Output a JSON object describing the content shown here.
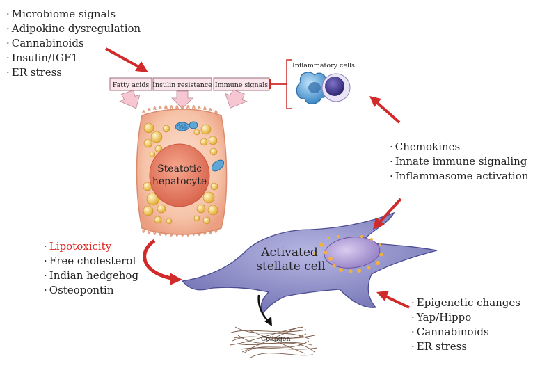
{
  "colors": {
    "arrow_red": "#d12a2a",
    "highlight_text": "#e0231f",
    "hepatocyte_fill": "#f2b49a",
    "nucleus_fill": "#e8826c",
    "stellate_fill": "#8f8fc6",
    "stellate_nucleus": "#b9a7d8",
    "lipid_yellow": "#f0c85a",
    "macrophage_blue": "#5aa6dc",
    "lymphocyte_purple": "#4a3f9c",
    "pink_arrow": "#f6c6d3"
  },
  "left_top_list": [
    "Microbiome signals",
    "Adipokine dysregulation",
    "Cannabinoids",
    "Insulin/IGF1",
    "ER stress"
  ],
  "input_boxes": [
    "Fatty acids",
    "Insulin resistance",
    "Immune signals"
  ],
  "inflammatory_label": "Inflammatory cells",
  "hepatocyte_label": [
    "Steatotic",
    "hepatocyte"
  ],
  "chemokine_list": [
    "Chemokines",
    "Innate immune signaling",
    "Inflammasome activation"
  ],
  "lipotoxicity_list": {
    "highlighted": "Lipotoxicity",
    "items": [
      "Free cholesterol",
      "Indian hedgehog",
      "Osteopontin"
    ]
  },
  "stellate_label": [
    "Activated",
    "stellate cell"
  ],
  "epigenetic_list": [
    "Epigenetic changes",
    "Yap/Hippo",
    "Cannabinoids",
    "ER stress"
  ],
  "collagen_label": "Collagen",
  "bullet": "·",
  "icons": [
    "red-arrow-icon",
    "pink-arrow-icon",
    "inhibition-bar-icon"
  ]
}
